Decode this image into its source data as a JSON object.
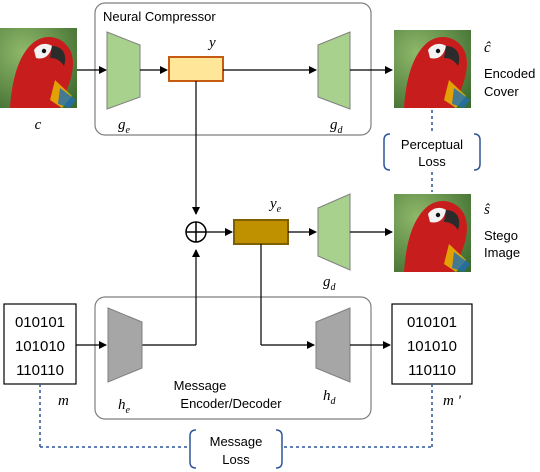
{
  "compressor": {
    "title": "Neural Compressor",
    "g_e": "g",
    "g_e_sub": "e",
    "g_d": "g",
    "g_d_sub": "d",
    "y": "y"
  },
  "cover": {
    "input_label": "c",
    "output_symbol": "ĉ",
    "output_label_line1": "Encoded",
    "output_label_line2": "Cover"
  },
  "stego": {
    "y_e": "y",
    "y_e_sub": "e",
    "g_d": "g",
    "g_d_sub": "d",
    "symbol": "ŝ",
    "label_line1": "Stego",
    "label_line2": "Image"
  },
  "perceptual_loss": {
    "line1": "Perceptual",
    "line2": "Loss"
  },
  "message": {
    "box_title_line1": "Message",
    "box_title_line2": "Encoder/Decoder",
    "input_bits": [
      "010101",
      "101010",
      "110110"
    ],
    "input_label": "m",
    "output_bits": [
      "010101",
      "101010",
      "110110"
    ],
    "output_label": "m '",
    "h_e": "h",
    "h_e_sub": "e",
    "h_d": "h",
    "h_d_sub": "d"
  },
  "message_loss": {
    "line1": "Message",
    "line2": "Loss"
  },
  "colors": {
    "encoder_green": "#a9d18e",
    "decoder_gray": "#a6a6a6",
    "latent_yellow": "#ffe699",
    "latent_gold": "#bf9000",
    "latent_border": "#c55a11",
    "dashed_blue": "#2f5597",
    "box_border": "#7f7f7f"
  }
}
